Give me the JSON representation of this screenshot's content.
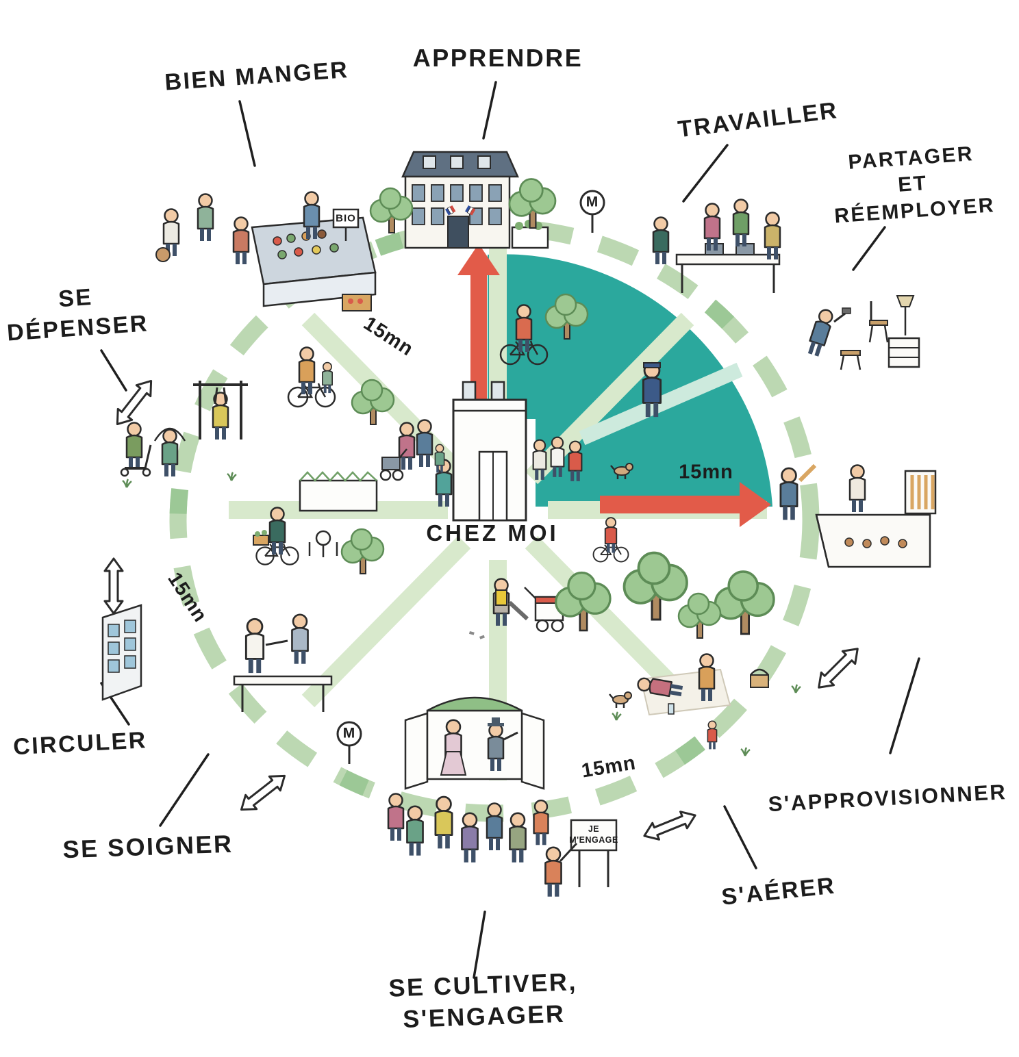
{
  "illustration": {
    "center_label": "CHEZ MOI",
    "activity_labels": {
      "bien_manger": "BIEN MANGER",
      "apprendre": "APPRENDRE",
      "travailler": "TRAVAILLER",
      "partager_reemployer": "PARTAGER ET\nRÉEMPLOYER",
      "se_depenser": "SE\nDÉPENSER",
      "circuler": "CIRCULER",
      "se_soigner": "SE SOIGNER",
      "se_cultiver_sengager": "SE CULTIVER,\nS'ENGAGER",
      "s_aerer": "S'AÉRER",
      "s_approvisionner": "S'APPROVISIONNER"
    },
    "time_markers": {
      "top_left": "15mn",
      "right": "15mn",
      "left": "15mn",
      "bottom": "15mn"
    },
    "signs": {
      "bio": "BIO",
      "metro": "M",
      "je_mengage": "JE\nM'ENGAGE"
    },
    "colors": {
      "sector_teal": "#2BA89D",
      "arrow_red": "#E25B49",
      "ring_green": "#BCD8B2",
      "road_green": "#D8E9CC",
      "outline": "#2B2B2B"
    }
  }
}
